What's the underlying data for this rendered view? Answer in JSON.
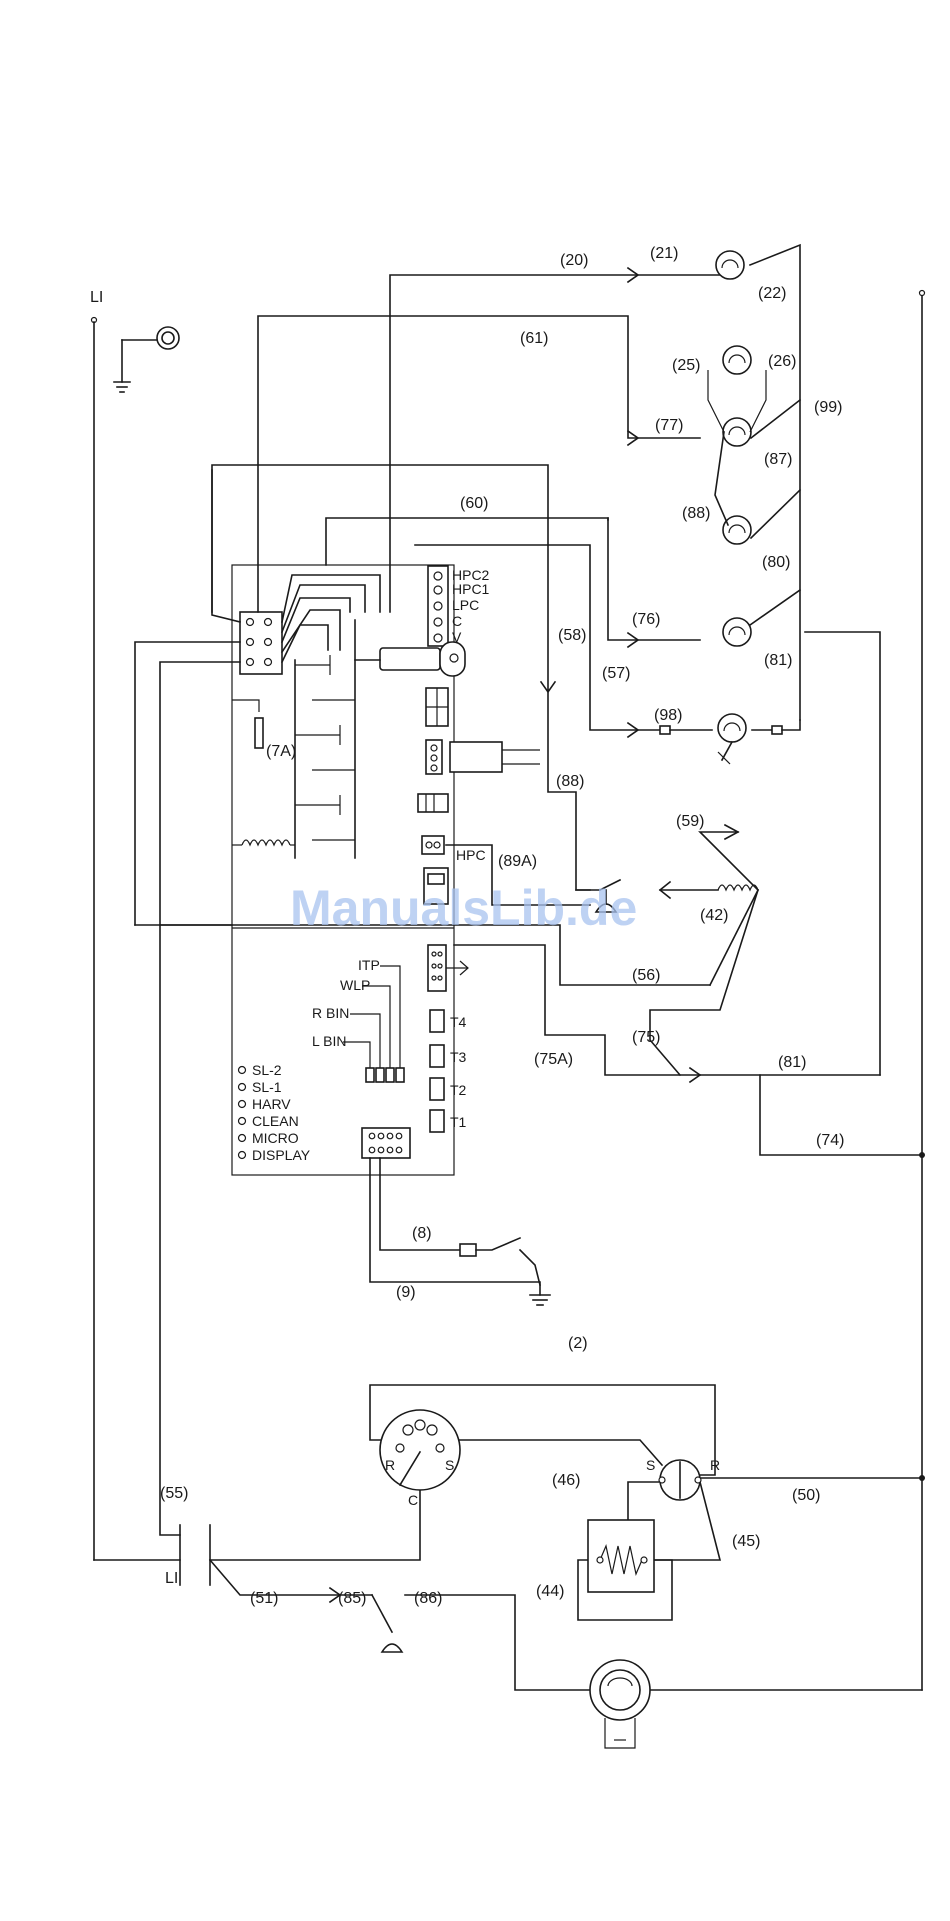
{
  "diagram": {
    "title": "",
    "watermark": "ManualsLib.de",
    "wire_labels": {
      "w20": "(20)",
      "w21": "(21)",
      "w22": "(22)",
      "w61": "(61)",
      "w25": "(25)",
      "w26": "(26)",
      "w99": "(99)",
      "w77": "(77)",
      "w87": "(87)",
      "w60": "(60)",
      "w88a": "(88)",
      "w80": "(80)",
      "w58": "(58)",
      "w76": "(76)",
      "w81a": "(81)",
      "w57": "(57)",
      "w98": "(98)",
      "w7a": "(7A)",
      "w88b": "(88)",
      "w59": "(59)",
      "w89a": "(89A)",
      "w42": "(42)",
      "w56": "(56)",
      "w75": "(75)",
      "w75a": "(75A)",
      "w81b": "(81)",
      "w74": "(74)",
      "w8": "(8)",
      "w9": "(9)",
      "w2": "(2)",
      "w55": "(55)",
      "w46": "(46)",
      "w50": "(50)",
      "w45": "(45)",
      "w44": "(44)",
      "w51": "(51)",
      "w85": "(85)",
      "w86": "(86)"
    },
    "terminals": {
      "l1_top": "LI",
      "l1_bottom": "LI",
      "s1": "S",
      "r1": "R",
      "c1": "C",
      "s2": "S",
      "r2": "R"
    },
    "board": {
      "pressure_labels": [
        "HPC2",
        "HPC1",
        "LPC",
        "C",
        "V"
      ],
      "hpc": "HPC",
      "thermistors": [
        "T4",
        "T3",
        "T2",
        "T1"
      ],
      "sensors": [
        "ITP",
        "WLP",
        "R BIN",
        "L BIN"
      ],
      "indicators": [
        "SL-2",
        "SL-1",
        "HARV",
        "CLEAN",
        "MICRO",
        "DISPLAY"
      ]
    }
  }
}
